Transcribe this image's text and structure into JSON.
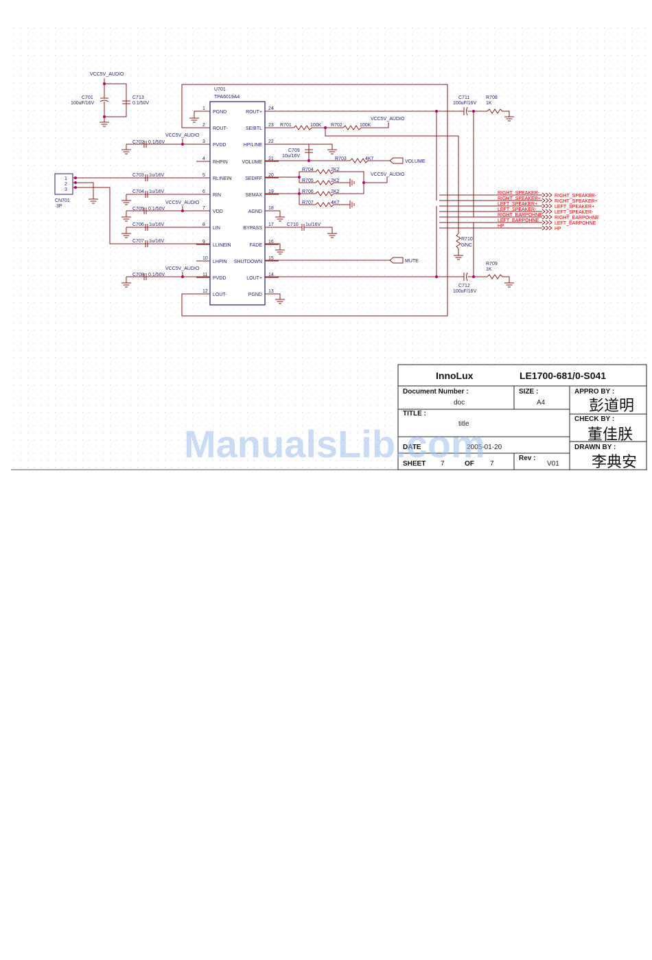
{
  "ic": {
    "ref": "U701",
    "part": "TPA6019A4",
    "left_pins": [
      {
        "num": "1",
        "name": "PGND"
      },
      {
        "num": "2",
        "name": "ROUT-"
      },
      {
        "num": "3",
        "name": "PVDD"
      },
      {
        "num": "4",
        "name": "RHPIN"
      },
      {
        "num": "5",
        "name": "RLINEIN"
      },
      {
        "num": "6",
        "name": "RIN"
      },
      {
        "num": "7",
        "name": "VDD"
      },
      {
        "num": "8",
        "name": "LIN"
      },
      {
        "num": "9",
        "name": "LLINEIN"
      },
      {
        "num": "10",
        "name": "LHPIN"
      },
      {
        "num": "11",
        "name": "PVDD"
      },
      {
        "num": "12",
        "name": "LOUT-"
      }
    ],
    "right_pins": [
      {
        "num": "24",
        "name": "ROUT+"
      },
      {
        "num": "23",
        "name": "SE/BTL"
      },
      {
        "num": "22",
        "name": "HP/LINE"
      },
      {
        "num": "21",
        "name": "VOLUME"
      },
      {
        "num": "20",
        "name": "SEDIFF"
      },
      {
        "num": "19",
        "name": "SEMAX"
      },
      {
        "num": "18",
        "name": "AGND"
      },
      {
        "num": "17",
        "name": "BYPASS"
      },
      {
        "num": "16",
        "name": "FADE"
      },
      {
        "num": "15",
        "name": "SHUTDOWN"
      },
      {
        "num": "14",
        "name": "LOUT+"
      },
      {
        "num": "13",
        "name": "PGND"
      }
    ]
  },
  "supply": {
    "vcc_top": "VCC5V_AUDIO",
    "c701": "C701",
    "c701_val": "100uF/16V",
    "c713": "C713",
    "c713_val": "0.1/50V",
    "vcc_pvdd": "VCC5V_AUDIO",
    "c702": "C702",
    "c702_val": "0.1/50V",
    "vcc_vdd": "VCC5V_AUDIO",
    "c705": "C705",
    "c705_val": "0.1/50V",
    "vcc_pvdd2": "VCC5V_AUDIO",
    "c708": "C708",
    "c708_val": "0.1/50V"
  },
  "inputs": {
    "c703": "C703",
    "c703_val": "1u/16V",
    "c704": "C704",
    "c704_val": "1u/16V",
    "c706": "C706",
    "c706_val": "1u/16V",
    "c707": "C707",
    "c707_val": "1u/16V"
  },
  "connector": {
    "ref": "CN701",
    "type": "3P",
    "pins": [
      "1",
      "2",
      "3"
    ]
  },
  "right_side": {
    "r701": "R701",
    "r701_val": "100K",
    "r702": "R702",
    "r702_val": "100K",
    "vcc_r702": "VCC5V_AUDIO",
    "c709": "C709",
    "c709_val": "10u/16V",
    "r703": "R703",
    "r703_val": "4K7",
    "volume_port": "VOLUME",
    "r704": "R704",
    "r704_val": "2K2",
    "r705": "R705",
    "r705_val": "2K2",
    "vcc_r705": "VCC5V_AUDIO",
    "r706": "R706",
    "r706_val": "2K2",
    "r707": "R707",
    "r707_val": "4K7",
    "c710": "C710",
    "c710_val": "1u/16V",
    "mute_port": "MUTE",
    "c711": "C711",
    "c711_val": "100uF/16V",
    "r708": "R708",
    "r708_val": "1K",
    "c712": "C712",
    "c712_val": "100uF/16V",
    "r709": "R709",
    "r709_val": "1K",
    "r710": "R710",
    "r710_val": "0/NC"
  },
  "nets_left": [
    "RIGHT_SPEAKER-",
    "RIGHT_SPEAKER+",
    "LEFT_SPEAKER+",
    "LEFT_SPEAKER-",
    "RIGHT_EARPOHNE",
    "LEFT_EARPOHNE",
    "HP"
  ],
  "nets_right": [
    "RIGHT_SPEAKER-",
    "RIGHT_SPEAKER+",
    "LEFT_SPEAKER+",
    "LEFT_SPEAKER-",
    "RIGHT_EARPOHNE",
    "LEFT_EARPOHNE",
    "HP"
  ],
  "title_block": {
    "company": "InnoLux",
    "model": "LE1700-681/0-S041",
    "doc_number_label": "Document Number :",
    "doc_number_value": "doc",
    "size_label": "SIZE :",
    "size_value": "A4",
    "title_label": "TITLE :",
    "title_value": "title",
    "date_label": "DATE",
    "date_value": "2005-01-20",
    "rev_label": "Rev :",
    "rev_value": "V01",
    "sheet_label": "SHEET",
    "sheet_value": "7",
    "of_label": "OF",
    "of_value": "7",
    "appro_label": "APPRO BY :",
    "appro_sig": "彭道明",
    "check_label": "CHECK BY :",
    "check_sig": "董佳朕",
    "drawn_label": "DRAWN BY :",
    "drawn_sig": "李典安"
  },
  "watermark": "ManualsLib.com"
}
